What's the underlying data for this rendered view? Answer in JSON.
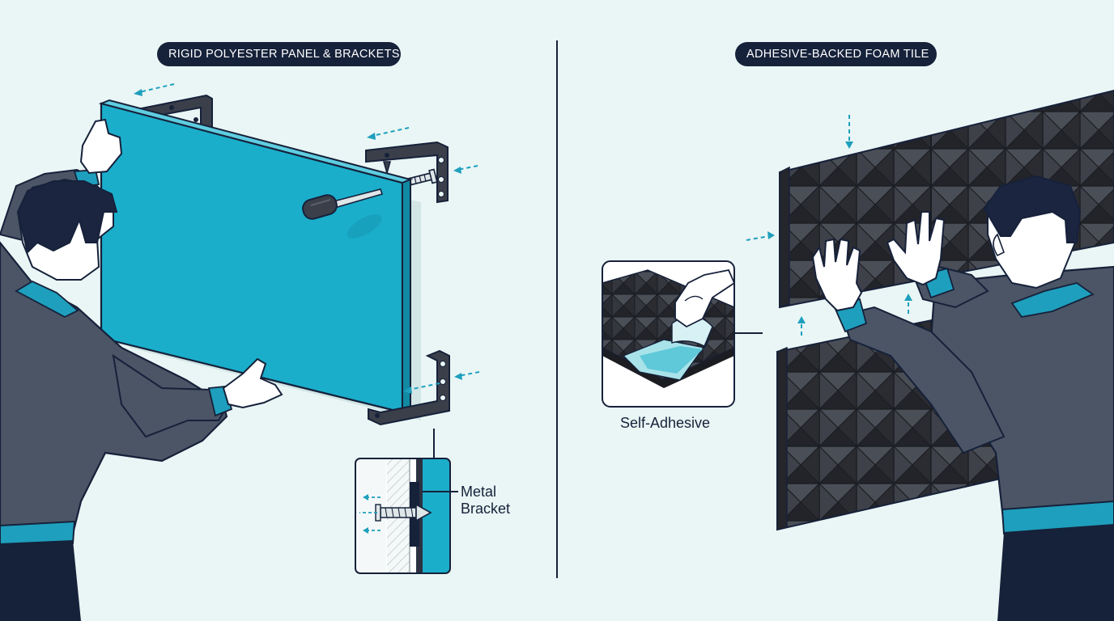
{
  "left_panel": {
    "title": "RIGID POLYESTER PANEL & BRACKETS",
    "inset_label_line1": "Metal",
    "inset_label_line2": "Bracket",
    "icons": [
      "person-holding-panel",
      "rigid-panel",
      "metal-bracket",
      "screwdriver-icon",
      "screw-icon",
      "arrow-icon"
    ]
  },
  "right_panel": {
    "title": "ADHESIVE-BACKED FOAM TILE",
    "inset_label": "Self-Adhesive",
    "icons": [
      "person-pressing-tile",
      "pyramid-foam-tile",
      "peel-backing-icon",
      "arrow-icon"
    ]
  },
  "colors": {
    "background": "#e9f6f5",
    "panel_teal": "#1aaecb",
    "dark_navy": "#16213a",
    "sweater_gray": "#4b5566",
    "accent_cyan": "#1e9fbd",
    "foam_dark": "#33363d",
    "bracket_dark": "#3a3f4a"
  }
}
